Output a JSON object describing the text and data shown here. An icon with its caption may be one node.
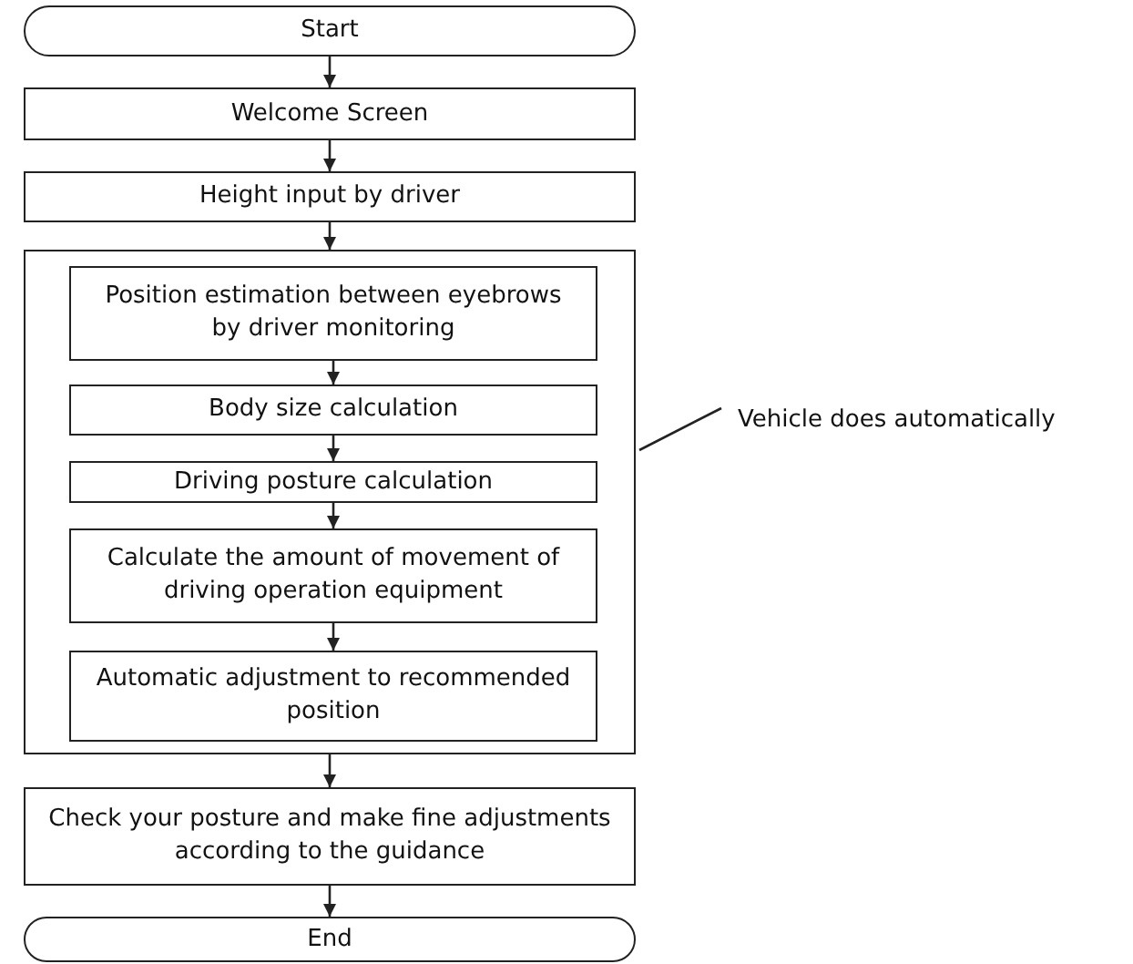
{
  "diagram": {
    "nodes": [
      {
        "text": [
          "Start"
        ]
      },
      {
        "text": [
          "Welcome Screen"
        ]
      },
      {
        "text": [
          "Height input by driver"
        ]
      },
      {
        "text": [],
        "shape": "box"
      },
      {
        "text": [
          "Position estimation between eyebrows by driver monitoring"
        ],
        "in": 3
      },
      {
        "text": [
          "Body size calculation"
        ],
        "in": 3
      },
      {
        "text": [
          "Driving posture calculation"
        ],
        "in": 3
      },
      {
        "text": [
          "Calculate the amount of movement of driving operation equipment"
        ],
        "in": 3
      },
      {
        "text": [
          "Automatic adjustment to recommended position"
        ],
        "in": 3
      },
      {
        "text": [
          "Check your posture and make fine adjustments according to the guidance"
        ]
      },
      {
        "text": [
          "End"
        ]
      },
      {
        "text": [
          "Vehicle does automatically"
        ]
      }
    ],
    "edges": [
      {
        "from": 0,
        "to": 1,
        "arrow": "to"
      },
      {
        "from": 1,
        "to": 2,
        "arrow": "to"
      },
      {
        "from": 2,
        "to": 3,
        "arrow": "to"
      },
      {
        "from": 4,
        "to": 5,
        "arrow": "to"
      },
      {
        "from": 5,
        "to": 6,
        "arrow": "to"
      },
      {
        "from": 6,
        "to": 7,
        "arrow": "to"
      },
      {
        "from": 7,
        "to": 8,
        "arrow": "to"
      },
      {
        "from": 3,
        "to": 9,
        "arrow": "to"
      },
      {
        "from": 9,
        "to": 10,
        "arrow": "to"
      },
      {
        "from": 11,
        "to": 3,
        "arrow": "none"
      }
    ]
  }
}
